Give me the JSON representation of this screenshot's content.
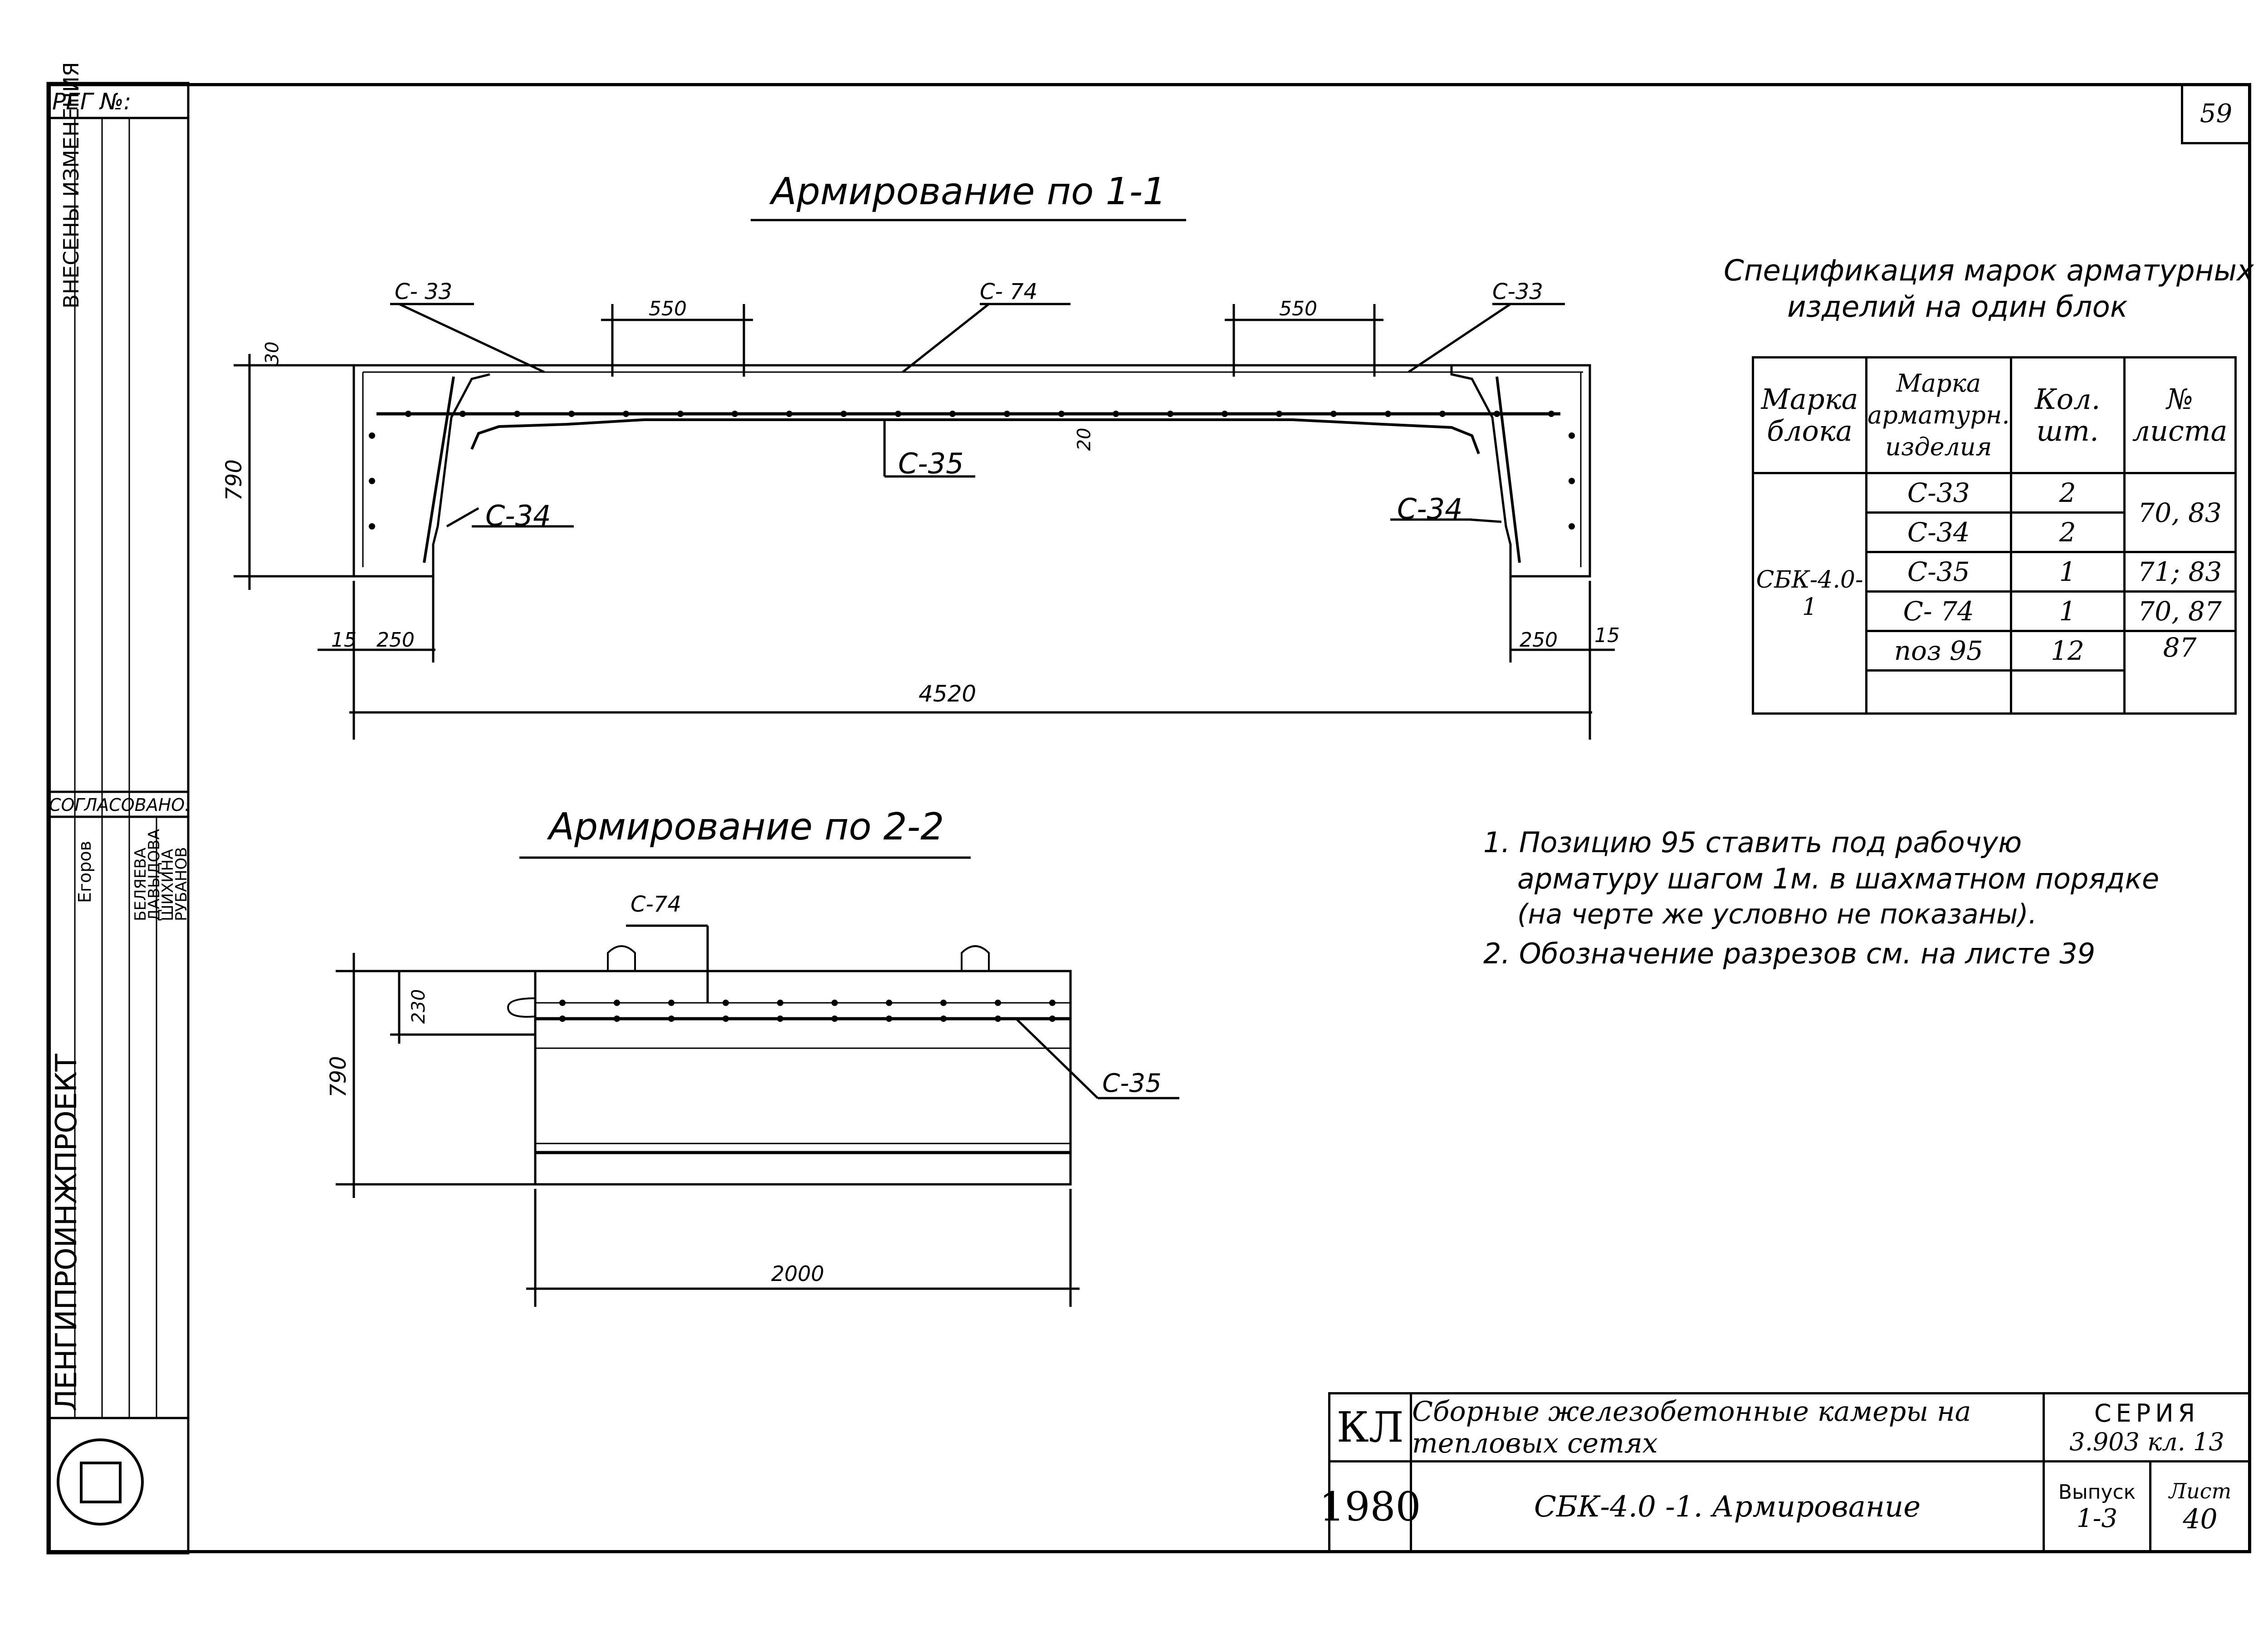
{
  "sheet_number": "59",
  "section_1": {
    "title": "Армирование по 1-1",
    "labels": {
      "c33_left": "С- 33",
      "c33_right": "С-33",
      "c74": "С- 74",
      "c35": "С-35",
      "c34_left": "С-34",
      "c34_right": "С-34",
      "dim_550_left": "550",
      "dim_550_right": "550",
      "dim_30": "30",
      "dim_20": "20",
      "dim_790": "790",
      "dim_15_left": "15",
      "dim_250_left": "250",
      "dim_250_right": "250",
      "dim_15_right": "15",
      "dim_4520": "4520"
    }
  },
  "section_2": {
    "title": "Армирование по 2-2",
    "labels": {
      "c74": "С-74",
      "c35": "С-35",
      "dim_230": "230",
      "dim_790": "790",
      "dim_2000": "2000"
    }
  },
  "spec": {
    "title_line1": "Спецификация марок арматурных",
    "title_line2": "изделий на один блок",
    "headers": [
      "Марка блока",
      "Марка арматурн. изделия",
      "Кол. шт.",
      "№ листа"
    ],
    "block_mark": "СБК-4.0-1",
    "rows": [
      {
        "item": "С-33",
        "qty": "2",
        "sheet": "70, 83"
      },
      {
        "item": "С-34",
        "qty": "2",
        "sheet": ""
      },
      {
        "item": "С-35",
        "qty": "1",
        "sheet": "71; 83"
      },
      {
        "item": "С- 74",
        "qty": "1",
        "sheet": "70, 87"
      },
      {
        "item": "поз 95",
        "qty": "12",
        "sheet": "87"
      }
    ]
  },
  "notes": [
    "1. Позицию 95 ставить под рабочую",
    "арматуру шагом 1м. в шахматном порядке",
    "(на черте же условно не показаны).",
    "2. Обозначение разрезов см. на листе 39"
  ],
  "side_strip": {
    "reg": "РЕГ №:",
    "changes": "ВНЕСЕНЫ ИЗМЕНЕНИЯ",
    "agreed": "СОГЛАСОВАНО:",
    "org": "ЛЕНГИПРОИНЖПРОЕКТ",
    "staff": [
      "БЕЛЯЕВА",
      "ДАВЫДОВА",
      "ШИХИНА",
      "РУБАНОВ"
    ],
    "name_short": "Егоров"
  },
  "title_block": {
    "code": "КЛ",
    "year": "1980",
    "project": "Сборные железобетонные камеры на тепловых сетях",
    "series_label": "СЕРИЯ",
    "series_value": "3.903 кл. 13",
    "drawing": "СБК-4.0 -1. Армирование",
    "issue_label": "Выпуск",
    "issue_value": "1-3",
    "sheet_label": "Лист",
    "sheet_value": "40"
  }
}
